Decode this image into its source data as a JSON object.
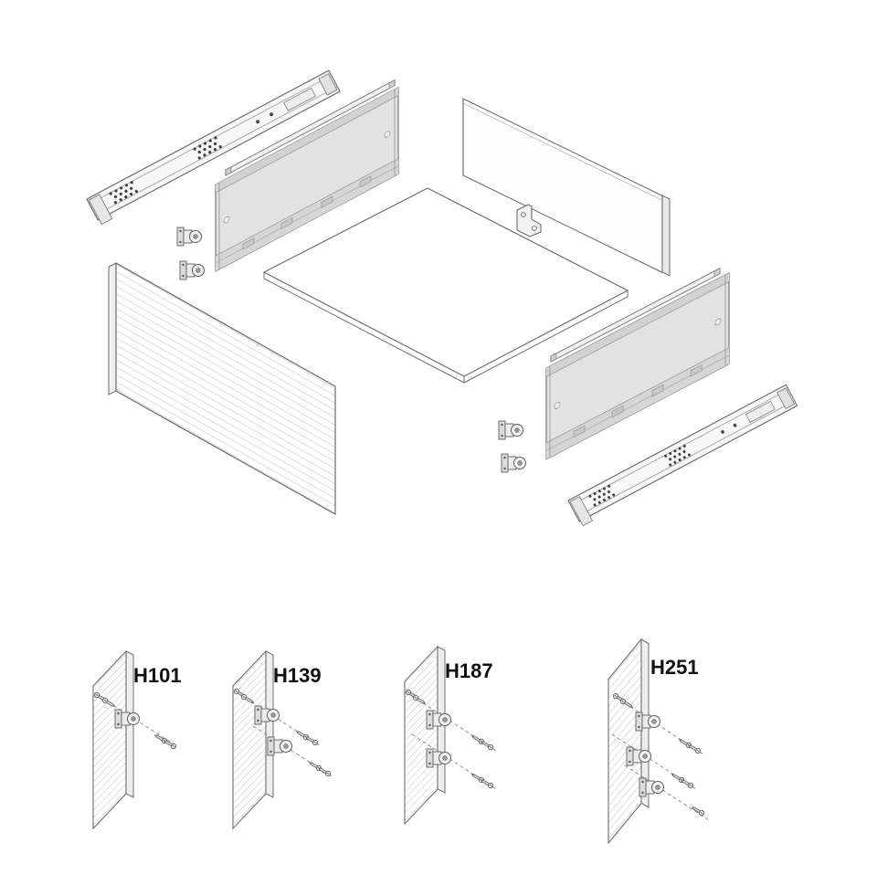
{
  "figure": {
    "type": "exploded-assembly-diagram",
    "subject": "drawer-slide-system-with-front-bracket-variants"
  },
  "variants": [
    {
      "label": "H101"
    },
    {
      "label": "H139"
    },
    {
      "label": "H187"
    },
    {
      "label": "H251"
    }
  ],
  "colors": {
    "line": "#6e6e6e",
    "panel_fill": "#e2e2e2",
    "hatch": "#b4b4b4",
    "hole_dot": "#3f3f3f",
    "background": "#ffffff",
    "label_text": "#111111"
  }
}
